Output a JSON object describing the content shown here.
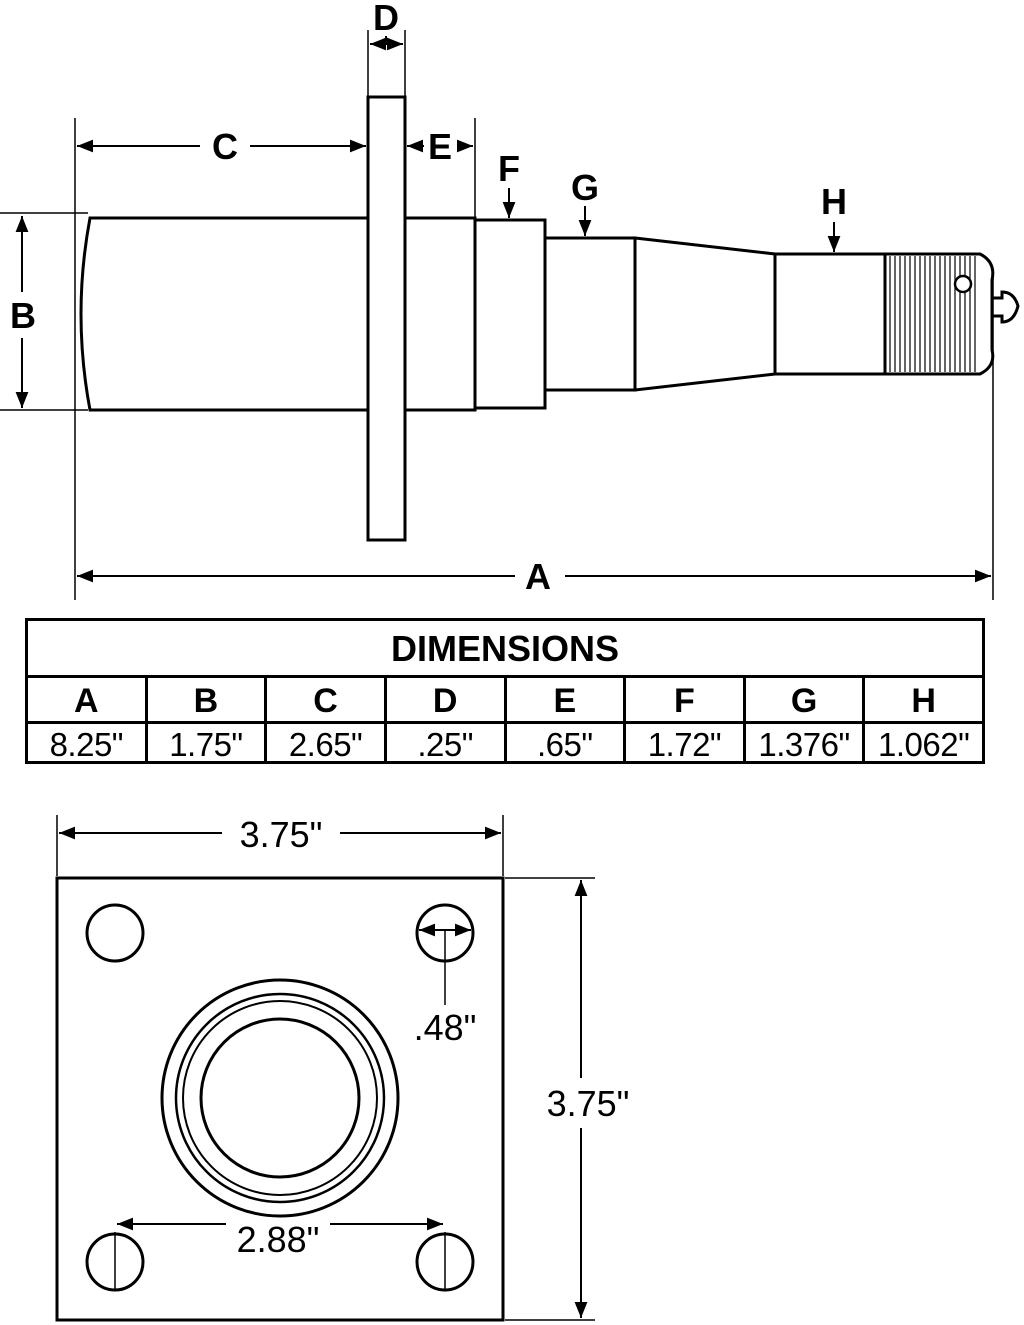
{
  "labels": {
    "A": "A",
    "B": "B",
    "C": "C",
    "D": "D",
    "E": "E",
    "F": "F",
    "G": "G",
    "H": "H"
  },
  "table": {
    "title": "DIMENSIONS",
    "headers": [
      "A",
      "B",
      "C",
      "D",
      "E",
      "F",
      "G",
      "H"
    ],
    "values": [
      "8.25\"",
      "1.75\"",
      "2.65\"",
      ".25\"",
      ".65\"",
      "1.72\"",
      "1.376\"",
      "1.062\""
    ]
  },
  "flange": {
    "width": "3.75\"",
    "height": "3.75\"",
    "hole_diameter": ".48\"",
    "hole_spacing": "2.88\""
  },
  "colors": {
    "line": "#000000",
    "background": "#ffffff"
  }
}
